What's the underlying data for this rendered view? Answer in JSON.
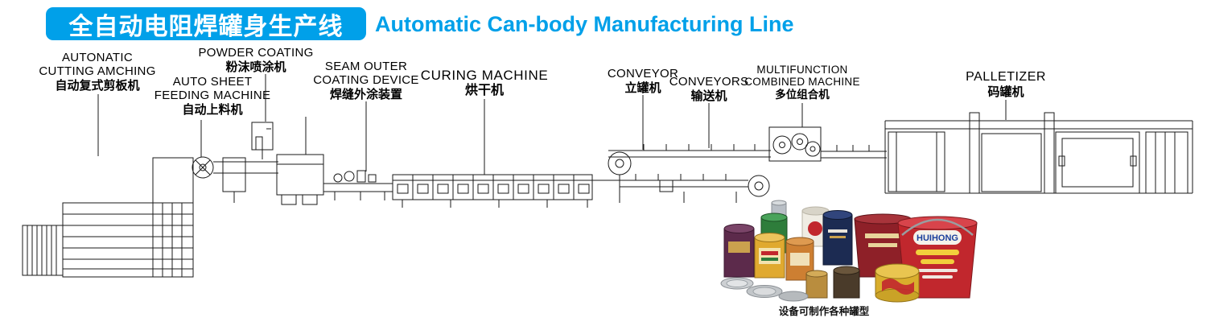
{
  "header": {
    "title_cn": "全自动电阻焊罐身生产线",
    "title_en": "Automatic Can-body Manufacturing Line",
    "accent_color": "#00a0e9"
  },
  "machine_labels": [
    {
      "id": "cutting-machine",
      "line1": "AUTONATIC",
      "line2": "CUTTING AMCHING",
      "cn": "自动复式剪板机"
    },
    {
      "id": "sheet-feeding",
      "line1": "AUTO SHEET",
      "line2": "FEEDING MACHINE",
      "cn": "自动上料机"
    },
    {
      "id": "powder-coating",
      "line1": "POWDER COATING",
      "cn": "粉沫喷涂机"
    },
    {
      "id": "seam-outer-coating",
      "line1": "SEAM OUTER",
      "line2": "COATING DEVICE",
      "cn": "焊缝外涂装置"
    },
    {
      "id": "curing-machine",
      "line1": "CURING MACHINE",
      "cn": "烘干机"
    },
    {
      "id": "conveyor",
      "line1": "CONVEYOR",
      "cn": "立罐机"
    },
    {
      "id": "conveyors",
      "line1": "CONVEYORS",
      "cn": "输送机"
    },
    {
      "id": "multifunction-machine",
      "line1": "MULTIFUNCTION",
      "line2": "COMBINED MACHINE",
      "cn": "多位组合机"
    },
    {
      "id": "palletizer",
      "line1": "PALLETIZER",
      "cn": "码罐机"
    }
  ],
  "cans": {
    "brand": "HUIHONG",
    "caption": "设备可制作各种罐型"
  },
  "colors": {
    "line_art": "#1a1a1a",
    "bucket_red": "#c1272d",
    "brand_blue": "#1a3f9c"
  }
}
